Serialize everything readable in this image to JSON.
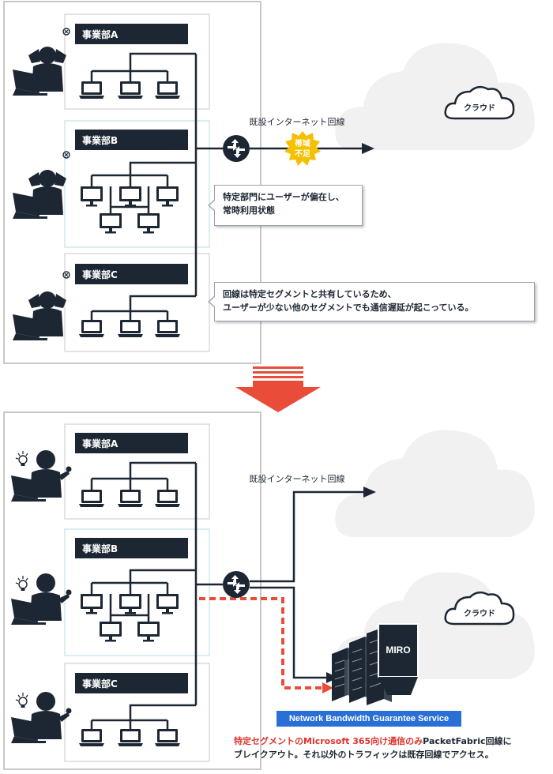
{
  "colors": {
    "dark": "#1d2733",
    "accent_red": "#e94d3a",
    "warning_yellow": "#f5c000",
    "service_blue": "#2a6fd6",
    "cloud": "#f1f1f1",
    "seg_b_border": "#cfe8ec"
  },
  "before": {
    "depts": [
      {
        "name": "事業部A"
      },
      {
        "name": "事業部B"
      },
      {
        "name": "事業部C"
      }
    ],
    "internet_label": "既設インターネット回線",
    "cloud_label": "クラウド",
    "badge_line1": "帯域",
    "badge_line2": "不足",
    "callout1": {
      "line1": "特定部門にユーザーが偏在し、",
      "line2": "常時利用状態"
    },
    "callout2": {
      "line1": "回線は特定セグメントと共有しているため、",
      "line2": "ユーザーが少ない他のセグメントでも通信遅延が起こっている。"
    }
  },
  "after": {
    "depts": [
      {
        "name": "事業部A"
      },
      {
        "name": "事業部B"
      },
      {
        "name": "事業部C"
      }
    ],
    "internet_label": "既設インターネット回線",
    "cloud_label": "クラウド",
    "server_label": "MIRO",
    "service_label": "Network Bandwidth Guarantee Service",
    "note": {
      "red_part": "特定セグメントのMicrosoft 365向け通信のみ",
      "rest_line1": "PacketFabric回線に",
      "line2": "ブレイクアウト。それ以外のトラフィックは既存回線でアクセス。"
    }
  },
  "icons": {
    "router": "router-icon",
    "laptop": "laptop-icon",
    "monitor": "monitor-icon",
    "stressed_user": "stressed-user-icon",
    "happy_user": "happy-user-icon",
    "lightbulb": "lightbulb-icon",
    "server": "server-rack-icon",
    "arrow_down": "arrow-down-icon",
    "cloud": "cloud-icon"
  }
}
